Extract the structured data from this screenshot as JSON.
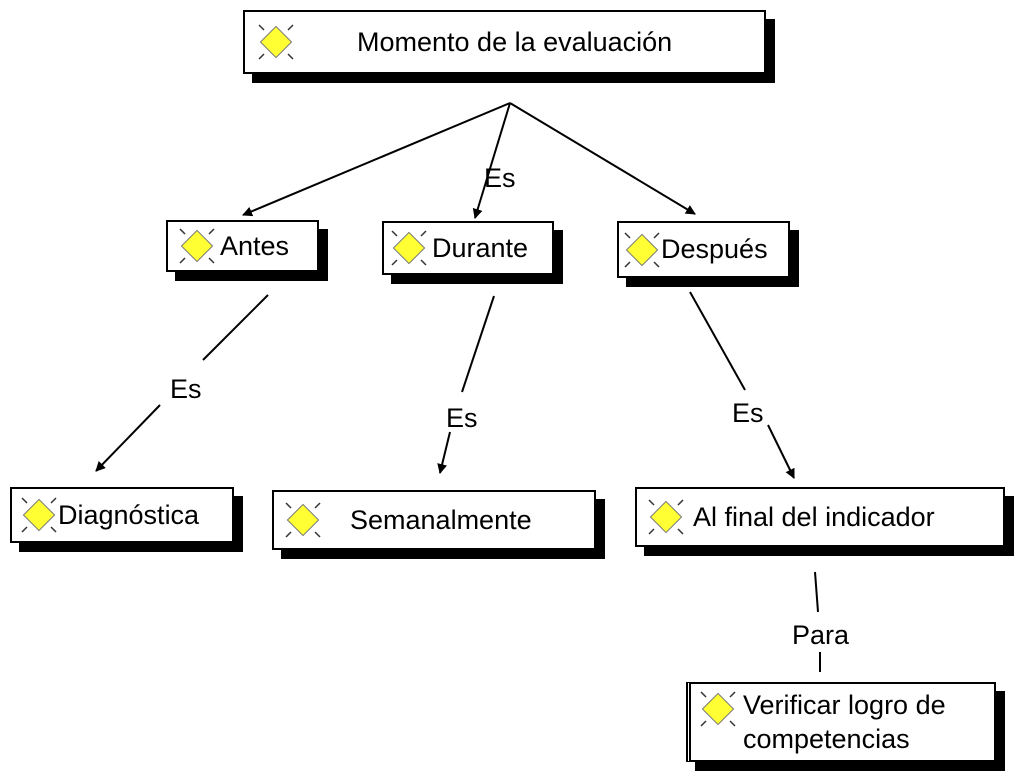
{
  "title": "Momento de la evaluación",
  "nodes": {
    "antes": "Antes",
    "durante": "Durante",
    "despues": "Después",
    "diagnostica": "Diagnóstica",
    "semanalmente": "Semanalmente",
    "al_final": "Al final del indicador",
    "verificar_line1": "Verificar logro de",
    "verificar_line2": "competencias"
  },
  "links": {
    "es_durante": "Es",
    "es_antes": "Es",
    "es_durante_down": "Es",
    "es_despues": "Es",
    "para": "Para"
  },
  "icon": "yellow-diamond-icon",
  "colors": {
    "icon_fill": "#ffff33",
    "border": "#000000"
  }
}
